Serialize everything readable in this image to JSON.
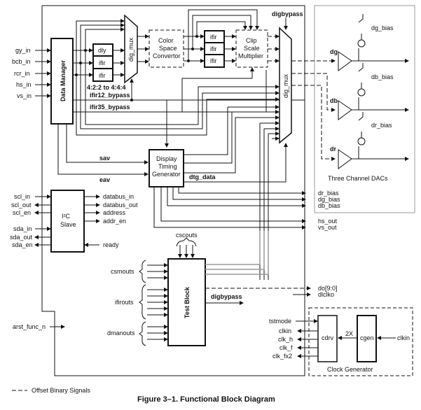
{
  "caption": "Figure 3–1.  Functional Block Diagram",
  "legend": {
    "label": "Offset Binary Signals",
    "line_style": "dashed"
  },
  "inputs_left": [
    "gy_in",
    "bcb_in",
    "rcr_in",
    "hs_in",
    "vs_in"
  ],
  "blocks": {
    "data_manager": "Data Manager",
    "dly": "dly",
    "ifir_a": "ifir",
    "ifir_b": "ifir",
    "dig_mux_left": "dig_mux",
    "csc": [
      "Color",
      "Space",
      "Convertor"
    ],
    "ifir_c": "ifir",
    "ifir_d": "ifir",
    "ifir_e": "ifir",
    "clip": [
      "Clip",
      "Scale",
      "Multiplier"
    ],
    "dig_mux_right": "dig_mux",
    "dtg": [
      "Display",
      "Timing",
      "Generator"
    ],
    "i2c": [
      "I²C",
      "Slave"
    ],
    "test_block": "Test Block",
    "cdrv": "cdrv",
    "cgen": "cgen",
    "clock_gen": "Clock Generator",
    "dacs": "Three Channel DACs"
  },
  "labels": {
    "upsample": "4:2:2 to 4:4:4",
    "ifir12_bypass": "ifir12_bypass",
    "ifir35_bypass": "ifir35_bypass",
    "digbypass_top": "digbypass",
    "sav": "sav",
    "eav": "eav",
    "dtg_data": "dtg_data",
    "dg": "dg",
    "db": "db",
    "dr": "dr",
    "dg_bias": "dg_bias",
    "db_bias": "db_bias",
    "dr_bias": "dr_bias",
    "cscouts": "cscouts",
    "csmouts": "csmouts",
    "ifirouts": "ifirouts",
    "dmanouts": "dmanouts",
    "digbypass_test": "digbypass",
    "arst": "arst_func_n",
    "x2": "2X",
    "clkin_in": "clkin"
  },
  "i2c_left": [
    "scl_in",
    "scl_out",
    "scl_en",
    "sda_in",
    "sda_out",
    "sda_en"
  ],
  "i2c_right": [
    "databus_in",
    "databus_out",
    "address",
    "addr_en"
  ],
  "i2c_ready": "ready",
  "outputs_right": [
    "dr_bias",
    "dg_bias",
    "db_bias",
    "hs_out",
    "vs_out",
    "do[9:0]",
    "dlclko"
  ],
  "clock_left": [
    "tstmode",
    "clkin",
    "clk_h",
    "clk_f",
    "clk_fx2"
  ]
}
